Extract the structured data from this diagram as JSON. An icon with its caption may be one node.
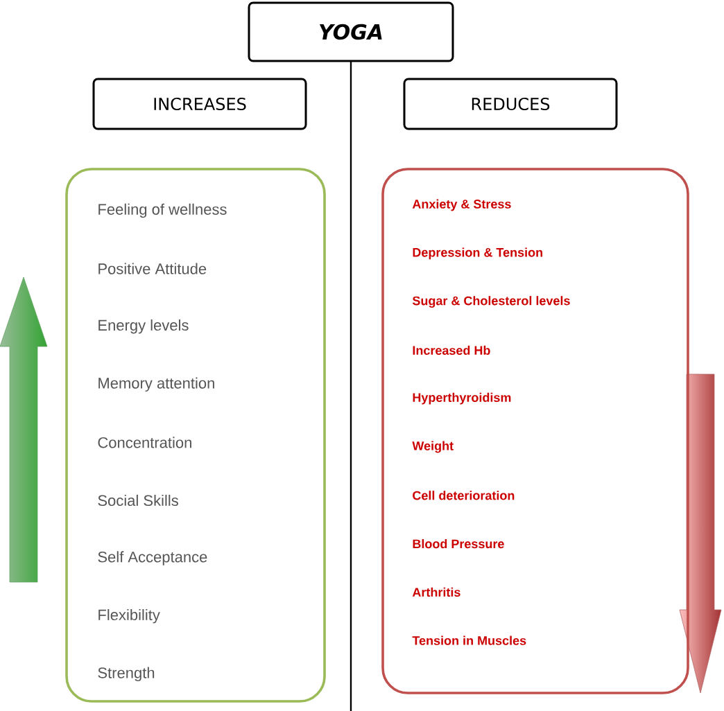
{
  "diagram": {
    "nodes": [
      {
        "text": [
          "YOGA"
        ]
      },
      {
        "text": [
          "INCREASES"
        ]
      },
      {
        "text": [
          "REDUCES"
        ]
      },
      {
        "text": [
          "Feeling of wellness",
          "Positive Attitude",
          "Energy levels",
          "Memory attention",
          "Concentration",
          "Social Skills",
          "Self Acceptance",
          "Flexibility",
          "Strength"
        ]
      },
      {
        "text": [
          "Anxiety & Stress",
          "Depression & Tension",
          "Sugar & Cholesterol levels",
          "Increased Hb",
          "Hyperthyroidism",
          "Weight",
          "Cell deterioration",
          "Blood Pressure",
          "Arthritis",
          "Tension in Muscles"
        ]
      }
    ]
  }
}
